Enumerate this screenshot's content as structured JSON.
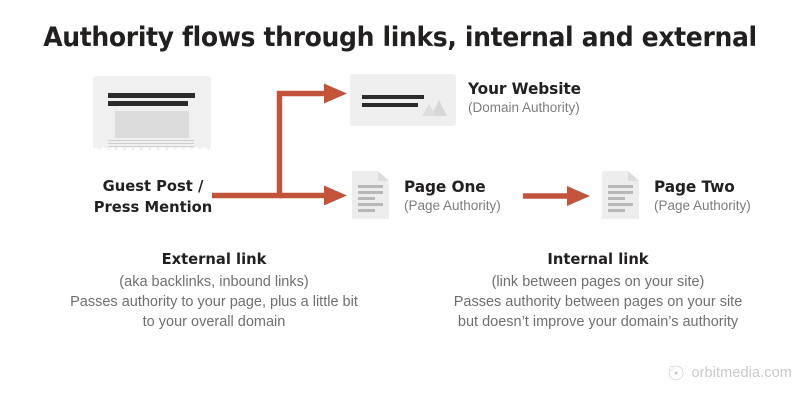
{
  "title": "Authority flows through links, internal and external",
  "colors": {
    "arrow": "#c1543a",
    "title_text": "#221f1f",
    "body_text": "#6f6f6f",
    "sub_text": "#7d7d7d",
    "doc_fill": "#f0f0f0",
    "card_fill": "#efefef",
    "background": "#ffffff",
    "logo_gray": "#c9c9c9"
  },
  "nodes": {
    "guest_post": {
      "label_line1": "Guest Post /",
      "label_line2": "Press Mention",
      "icon": "article-document-icon"
    },
    "website": {
      "title": "Your Website",
      "subtitle": "(Domain Authority)",
      "icon": "website-card-icon"
    },
    "page_one": {
      "title": "Page One",
      "subtitle": "(Page Authority)",
      "icon": "page-document-icon"
    },
    "page_two": {
      "title": "Page Two",
      "subtitle": "(Page Authority)",
      "icon": "page-document-icon"
    }
  },
  "arrows": {
    "external": "branching-arrow-icon",
    "internal": "right-arrow-icon"
  },
  "captions": {
    "external": {
      "title": "External link",
      "line1": "(aka backlinks, inbound links)",
      "line2": "Passes authority to your page, plus a little bit",
      "line3": "to your overall domain"
    },
    "internal": {
      "title": "Internal link",
      "line1": "(link between pages on your site)",
      "line2": "Passes authority between pages on your site",
      "line3": "but doesn’t improve your domain’s authority"
    }
  },
  "logo": {
    "text": "orbitmedia.com",
    "mark": "orbit-circle-icon"
  }
}
